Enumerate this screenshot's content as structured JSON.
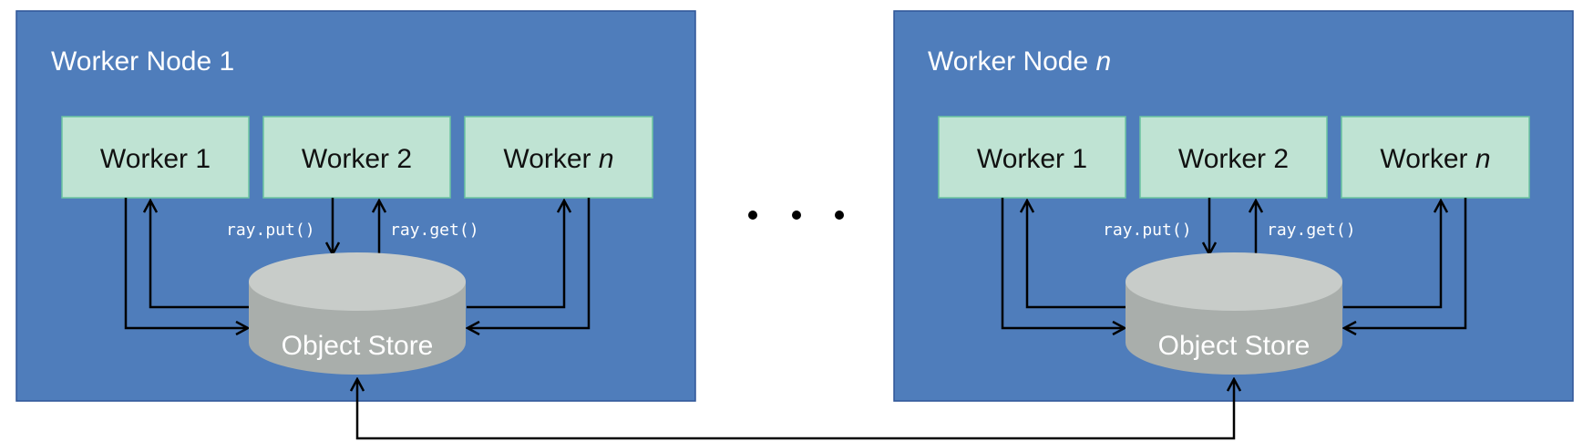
{
  "diagram": {
    "nodes": [
      {
        "title_text": "Worker Node 1",
        "workers": [
          {
            "label": "Worker 1"
          },
          {
            "label": "Worker 2"
          },
          {
            "label": "Worker ",
            "label_italic": "n"
          }
        ],
        "put_label": "ray.put()",
        "get_label": "ray.get()",
        "store_label": "Object Store"
      },
      {
        "title_text": "Worker Node ",
        "title_italic": "n",
        "workers": [
          {
            "label": "Worker 1"
          },
          {
            "label": "Worker 2"
          },
          {
            "label": "Worker ",
            "label_italic": "n"
          }
        ],
        "put_label": "ray.put()",
        "get_label": "ray.get()",
        "store_label": "Object Store"
      }
    ],
    "colors": {
      "node_fill": "#4f7dbb",
      "worker_fill": "#bfe3d3",
      "store_top": "#c8ccc9",
      "store_body": "#a9aeab"
    }
  }
}
